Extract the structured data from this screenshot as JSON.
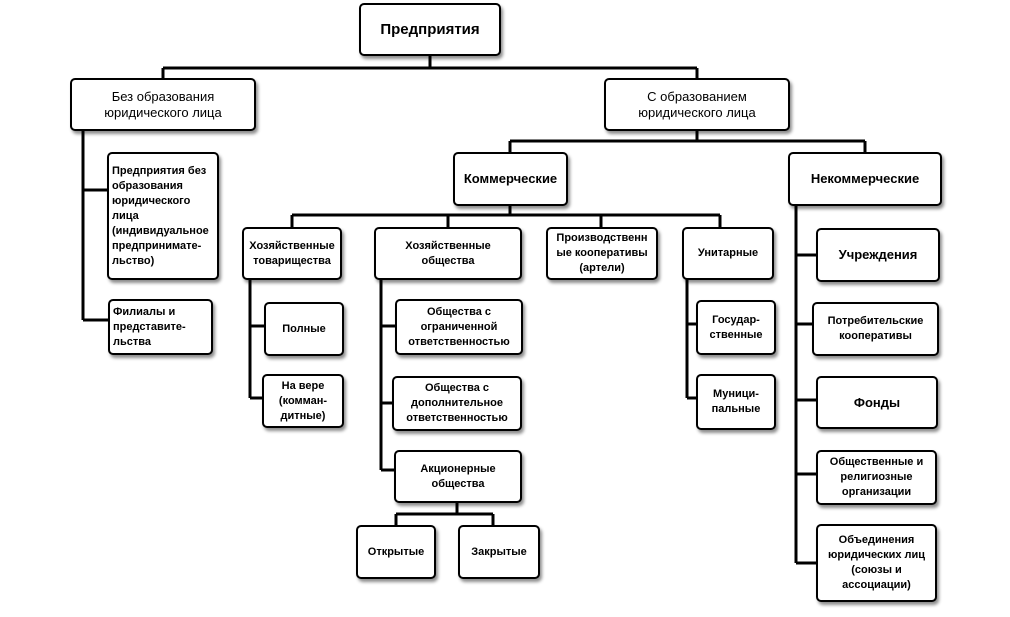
{
  "nodes": {
    "root": "Предприятия",
    "no_legal": "Без образования\nюридического лица",
    "with_legal": "С образованием\nюридического лица",
    "entrepreneur": "Предприятия без\nобразования\nюридического\nлица\n(индивидуальное\nпредпринимате-\nльство)",
    "branches": "Филиалы и\nпредставите-\nльства",
    "commercial": "Коммерческие",
    "noncommercial": "Некоммерческие",
    "partnerships": "Хозяйственные\nтоварищества",
    "companies": "Хозяйственные\nобщества",
    "coops": "Производственн\nые кооперативы\n(артели)",
    "unitary": "Унитарные",
    "full": "Полные",
    "faith": "На вере\n(комман-\nдитные)",
    "llc": "Общества с\nограниченной\nответственностью",
    "alc": "Общества с\nдополнительное\nответственностью",
    "jsc": "Акционерные\nобщества",
    "open": "Открытые",
    "closed": "Закрытые",
    "state": "Государ-\nственные",
    "municipal": "Муници-\nпальные",
    "institutions": "Учреждения",
    "consumer_coops": "Потребительские\nкооперативы",
    "funds": "Фонды",
    "public_orgs": "Общественные и\nрелигиозные\nорганизации",
    "associations": "Объединения\nюридических лиц\n(союзы и\nассоциации)"
  }
}
